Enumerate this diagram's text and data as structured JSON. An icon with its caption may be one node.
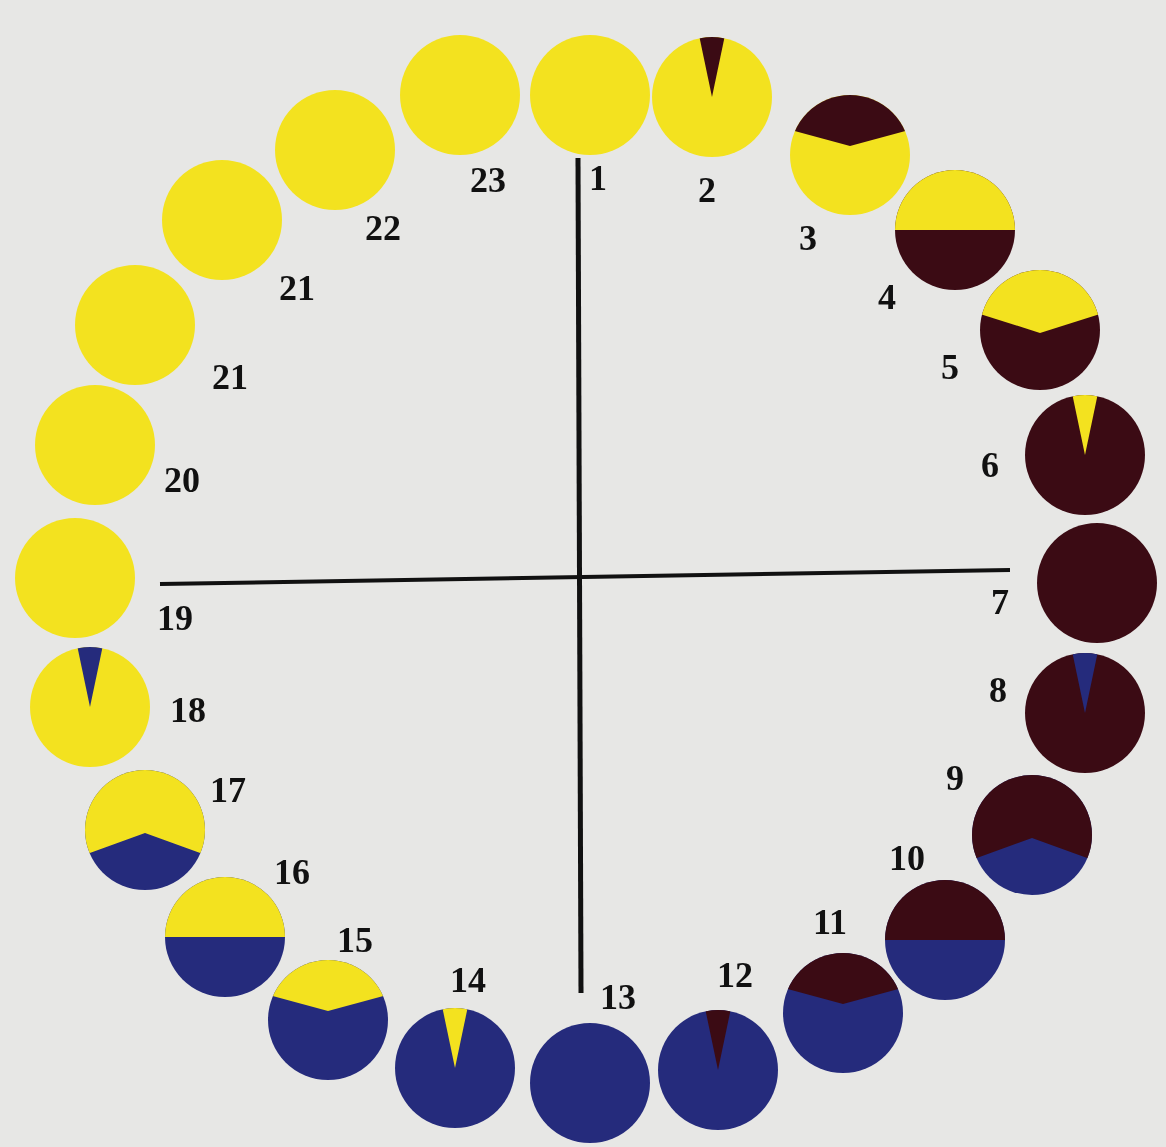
{
  "diagram": {
    "nodes": [
      {
        "text": [],
        "shape": "circle",
        "beside": [
          "1"
        ]
      },
      {
        "text": [],
        "shape": "circle",
        "beside": [
          "2"
        ]
      },
      {
        "text": [],
        "shape": "circle",
        "beside": [
          "3"
        ]
      },
      {
        "text": [],
        "shape": "circle",
        "beside": [
          "4"
        ]
      },
      {
        "text": [],
        "shape": "circle",
        "beside": [
          "5"
        ]
      },
      {
        "text": [],
        "shape": "circle",
        "beside": [
          "6"
        ]
      },
      {
        "text": [],
        "shape": "circle",
        "beside": [
          "7"
        ]
      },
      {
        "text": [],
        "shape": "circle",
        "beside": [
          "8"
        ]
      },
      {
        "text": [],
        "shape": "circle",
        "beside": [
          "9"
        ]
      },
      {
        "text": [],
        "shape": "circle",
        "beside": [
          "10"
        ]
      },
      {
        "text": [],
        "shape": "circle",
        "beside": [
          "11"
        ]
      },
      {
        "text": [],
        "shape": "circle",
        "beside": [
          "12"
        ]
      },
      {
        "text": [],
        "shape": "circle",
        "beside": [
          "13"
        ]
      },
      {
        "text": [],
        "shape": "circle",
        "beside": [
          "14"
        ]
      },
      {
        "text": [],
        "shape": "circle",
        "beside": [
          "15"
        ]
      },
      {
        "text": [],
        "shape": "circle",
        "beside": [
          "16"
        ]
      },
      {
        "text": [],
        "shape": "circle",
        "beside": [
          "17"
        ]
      },
      {
        "text": [],
        "shape": "circle",
        "beside": [
          "18"
        ]
      },
      {
        "text": [],
        "shape": "circle",
        "beside": [
          "19"
        ]
      },
      {
        "text": [],
        "shape": "circle",
        "beside": [
          "20"
        ]
      },
      {
        "text": [],
        "shape": "circle",
        "beside": [
          "21"
        ]
      },
      {
        "text": [],
        "shape": "circle",
        "beside": [
          "21"
        ]
      },
      {
        "text": [],
        "shape": "circle",
        "beside": [
          "22"
        ]
      },
      {
        "text": [],
        "shape": "circle",
        "beside": [
          "23"
        ]
      }
    ]
  }
}
